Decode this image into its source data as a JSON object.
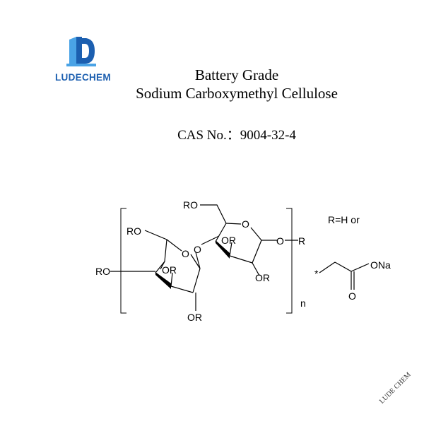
{
  "logo": {
    "text": "LUDECHEM",
    "colors": {
      "primary": "#1c5fb0",
      "secondary": "#4aa3e6"
    }
  },
  "title": {
    "line1": "Battery Grade",
    "line2": "Sodium Carboxymethyl Cellulose"
  },
  "cas": {
    "label": "CAS No.：",
    "value": "9004-32-4"
  },
  "structure": {
    "labels": {
      "ro_top": "RO",
      "o_ring_top": "O",
      "or_top_mid": "OR",
      "o_link_r": "O",
      "r_end": "R",
      "ro_left_ch2": "RO",
      "o_bridge": "O",
      "o_ring_left": "O",
      "ro_left": "RO",
      "or_left_mid": "OR",
      "or_right_bottom": "OR",
      "or_left_bottom": "OR",
      "n_subscript": "n",
      "r_definition": "R=H or",
      "ona": "ONa",
      "o_carbonyl": "O",
      "star": "*"
    }
  },
  "watermark": "LUDE CHEM"
}
